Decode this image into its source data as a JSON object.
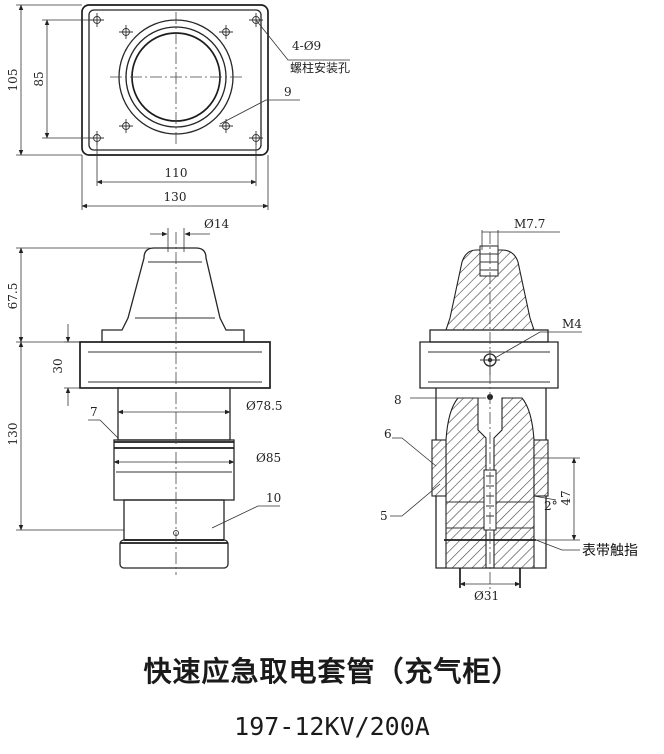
{
  "top_view": {
    "dim_height": "105",
    "dim_inner_height": "85",
    "dim_inner_width": "110",
    "dim_width": "130",
    "hole_spec": "4-Ø9",
    "hole_note": "螺柱安装孔",
    "callout_9": "9"
  },
  "side_view": {
    "dim_tip": "Ø14",
    "dim_height_top": "67.5",
    "dim_flange": "30",
    "dim_height_body": "130",
    "dim_dia_1": "Ø78.5",
    "dim_dia_2": "Ø85",
    "callout_7": "7",
    "callout_10": "10"
  },
  "section_view": {
    "thread": "M7.7",
    "screw": "M4",
    "angle": "2°",
    "dim_47": "47",
    "dim_31": "Ø31",
    "callout_8": "8",
    "callout_6": "6",
    "callout_5": "5",
    "contact_note": "表带触指"
  },
  "title": "快速应急取电套管（充气柜）",
  "model": "197-12KV/200A"
}
